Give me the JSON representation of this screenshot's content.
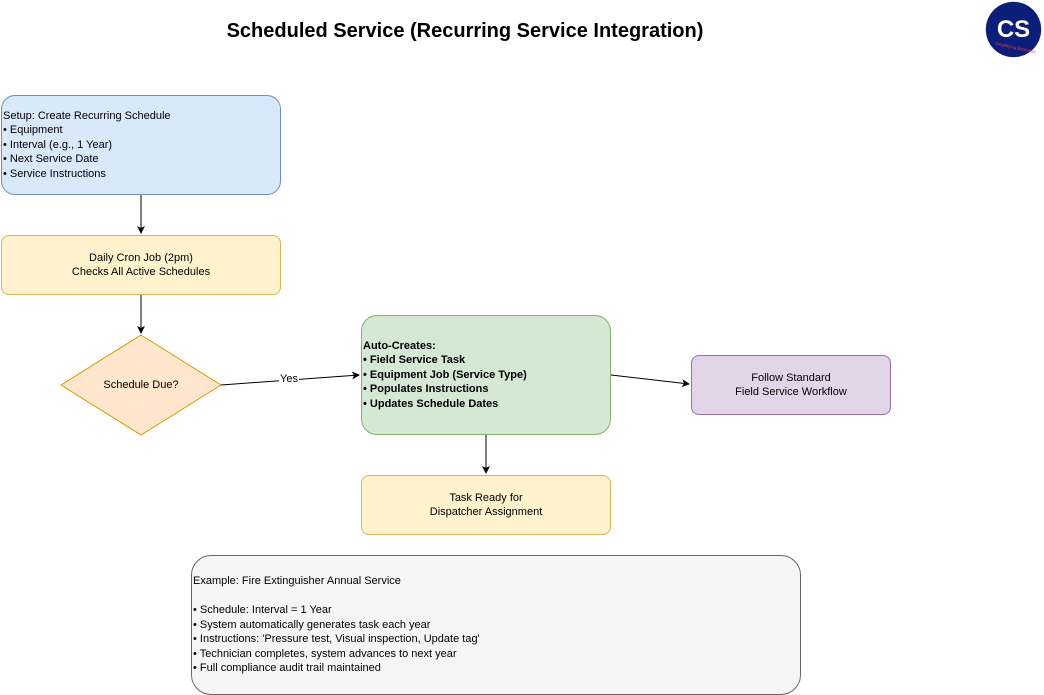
{
  "title": "Scheduled Service (Recurring Service Integration)",
  "colors": {
    "blue_fill": "#dae8fc",
    "blue_stroke": "#6c8ebf",
    "yellow_fill": "#fff2cc",
    "yellow_stroke": "#d6b656",
    "orange_fill": "#ffe6cc",
    "orange_stroke": "#d79b00",
    "green_fill": "#d5e8d4",
    "green_stroke": "#82b366",
    "purple_fill": "#e1d5e7",
    "purple_stroke": "#9673a6",
    "gray_fill": "#f5f5f5",
    "gray_stroke": "#666666",
    "logo_fill": "#0b1f7a"
  },
  "logo": {
    "letters": "CS",
    "tagline": "Simplifying Business"
  },
  "nodes": {
    "setup": {
      "lines": [
        "Setup: Create Recurring Schedule",
        "• Equipment",
        "• Interval (e.g., 1 Year)",
        "• Next Service Date",
        "• Service Instructions"
      ]
    },
    "cron": {
      "lines": [
        "Daily Cron Job (2pm)",
        "Checks All Active Schedules"
      ]
    },
    "decision": {
      "label": "Schedule Due?"
    },
    "auto_creates": {
      "lines": [
        "Auto-Creates:",
        "• Field Service Task",
        "• Equipment Job (Service Type)",
        "• Populates Instructions",
        "• Updates Schedule Dates"
      ]
    },
    "follow": {
      "lines": [
        "Follow Standard",
        "Field Service Workflow"
      ]
    },
    "task_ready": {
      "lines": [
        "Task Ready for",
        "Dispatcher Assignment"
      ]
    },
    "example": {
      "lines": [
        "Example: Fire Extinguisher Annual Service",
        "",
        "• Schedule: Interval = 1 Year",
        "• System automatically generates task each year",
        "• Instructions: 'Pressure test, Visual inspection, Update tag'",
        "• Technician completes, system advances to next year",
        "• Full compliance audit trail maintained"
      ]
    }
  },
  "edges": {
    "yes_label": "Yes"
  }
}
